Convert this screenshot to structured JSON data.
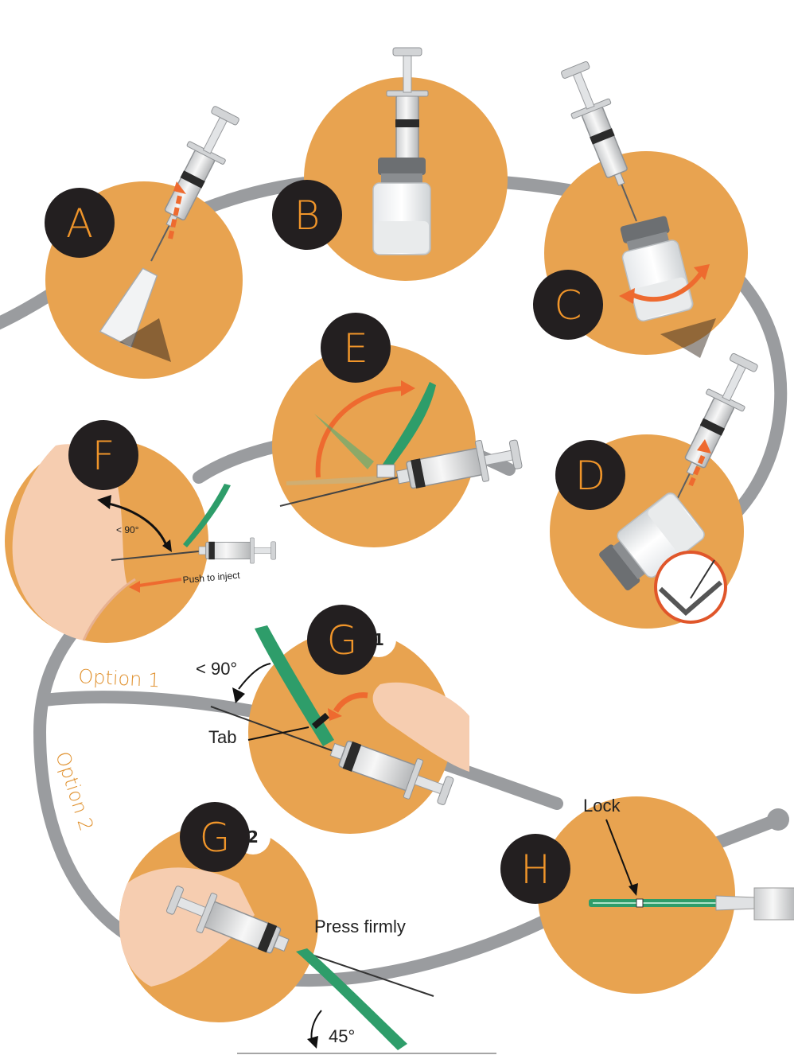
{
  "colors": {
    "circle": "#e8a350",
    "badge": "#231f20",
    "badge_text": "#f0952a",
    "track": "#9a9c9f",
    "arrow": "#ee6a2f",
    "guard": "#2e9d6a",
    "skin": "#f6cdb0"
  },
  "steps": {
    "a": "A",
    "b": "B",
    "c": "C",
    "d": "D",
    "e": "E",
    "f": "F",
    "g1": "G",
    "g1_num": "1",
    "g2": "G",
    "g2_num": "2",
    "h": "H"
  },
  "labels": {
    "f_angle": "< 90°",
    "f_push": "Push to inject",
    "g1_angle": "< 90°",
    "g1_tab": "Tab",
    "g2_press": "Press firmly",
    "g2_angle": "45°",
    "h_lock": "Lock",
    "option1": "Option 1",
    "option2": "Option 2"
  },
  "icons": [
    "syringe-icon",
    "vial-icon",
    "needle-guard-icon",
    "hand-icon",
    "curved-arrow-icon"
  ]
}
